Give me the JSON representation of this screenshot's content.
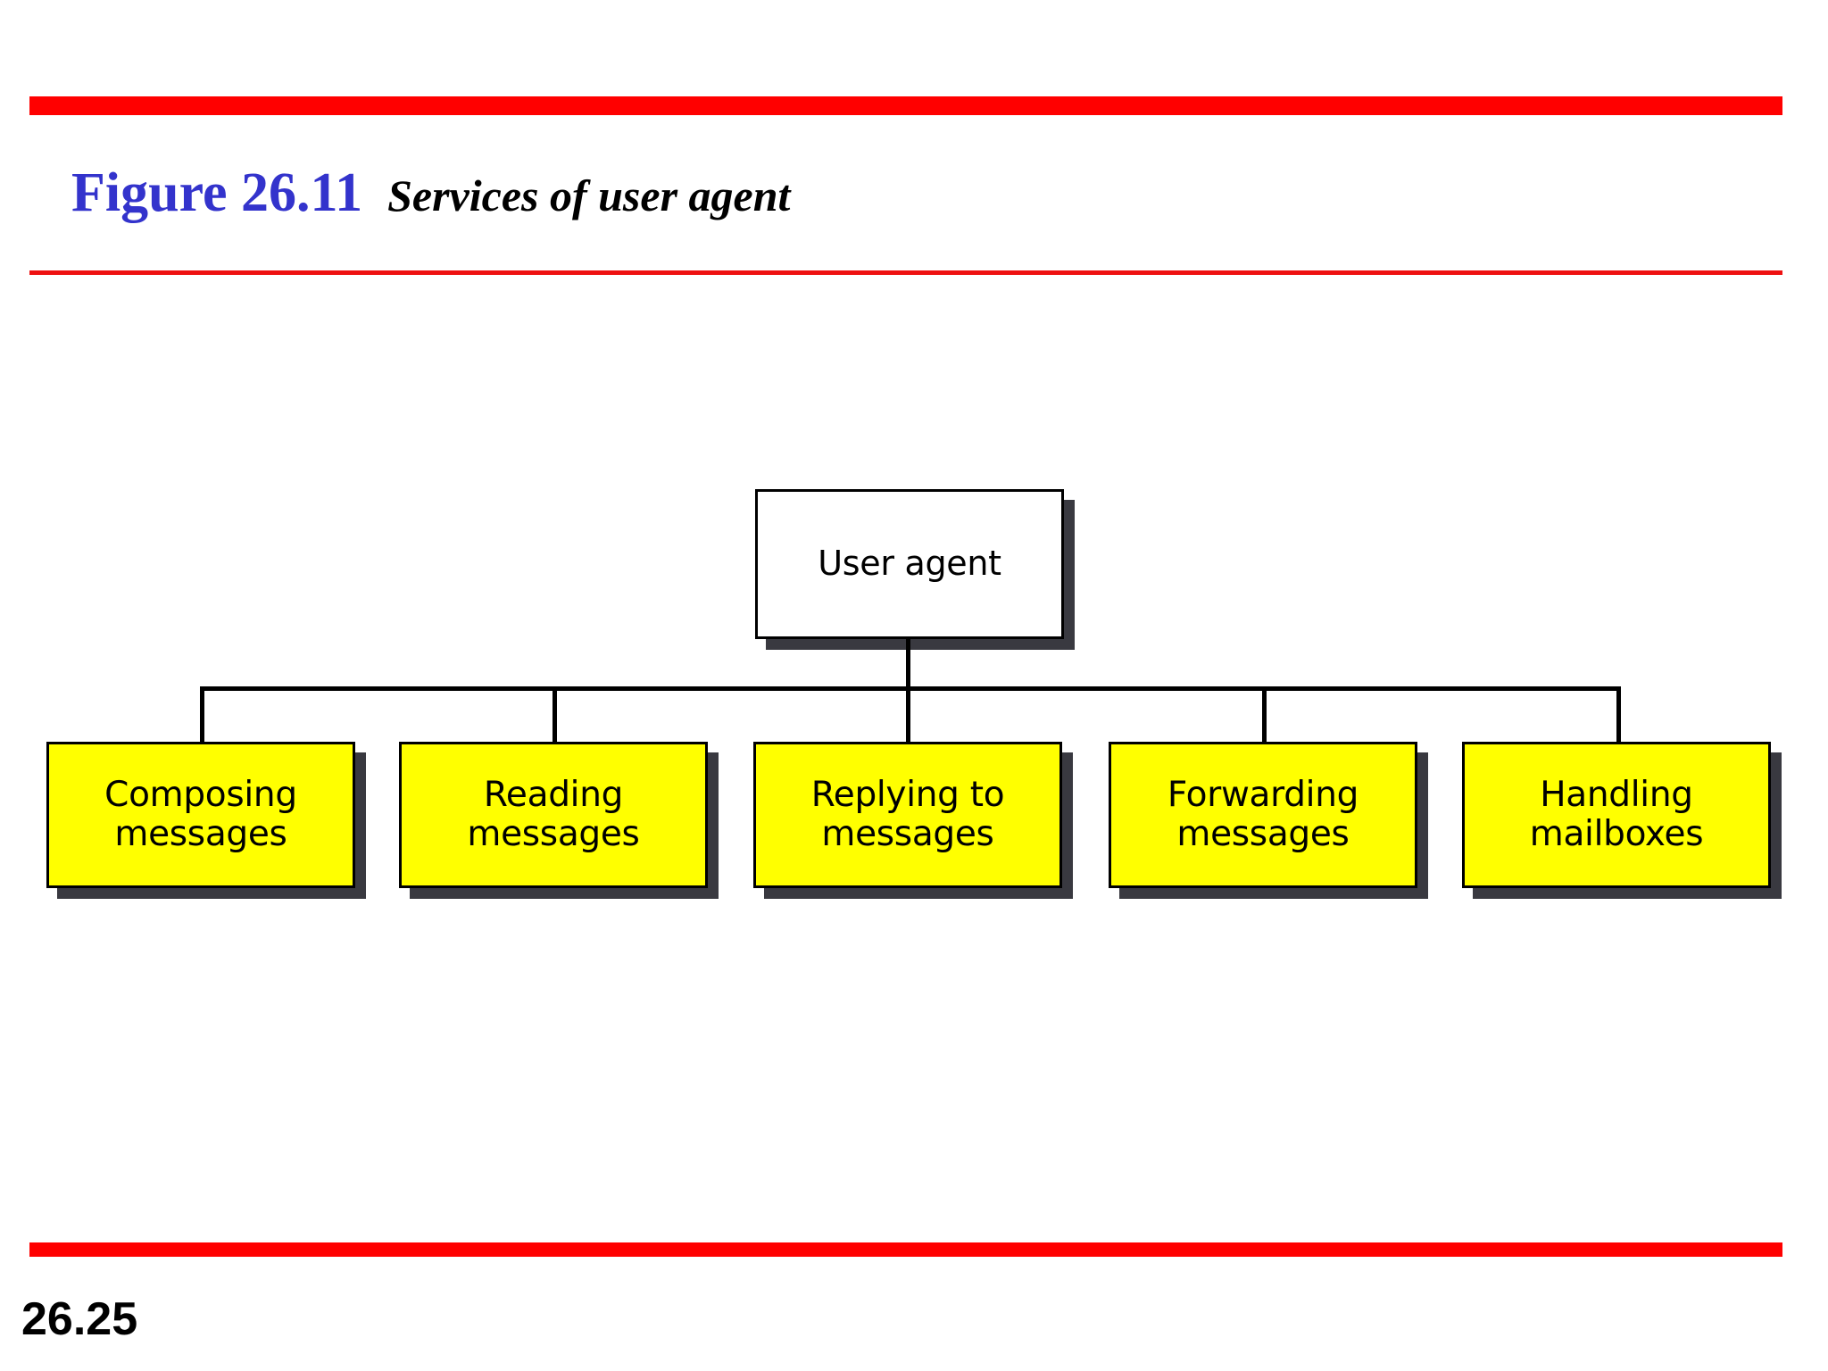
{
  "slide": {
    "figure_label": "Figure 26.11",
    "caption": "Services of user agent",
    "page_number": "26.25",
    "colors": {
      "rule": "#FF0000",
      "figure_label": "#3333CC",
      "caption": "#000000",
      "leaf_fill": "#FFFF00",
      "root_fill": "#FFFFFF",
      "stroke": "#000000",
      "shadow": "#282830"
    }
  },
  "diagram": {
    "type": "tree",
    "root": {
      "label": "User agent"
    },
    "children": [
      {
        "label": "Composing\nmessages",
        "line1": "Composing",
        "line2": "messages"
      },
      {
        "label": "Reading\nmessages",
        "line1": "Reading",
        "line2": "messages"
      },
      {
        "label": "Replying to\nmessages",
        "line1": "Replying to",
        "line2": "messages"
      },
      {
        "label": "Forwarding\nmessages",
        "line1": "Forwarding",
        "line2": "messages"
      },
      {
        "label": "Handling\nmailboxes",
        "line1": "Handling",
        "line2": "mailboxes"
      }
    ]
  }
}
